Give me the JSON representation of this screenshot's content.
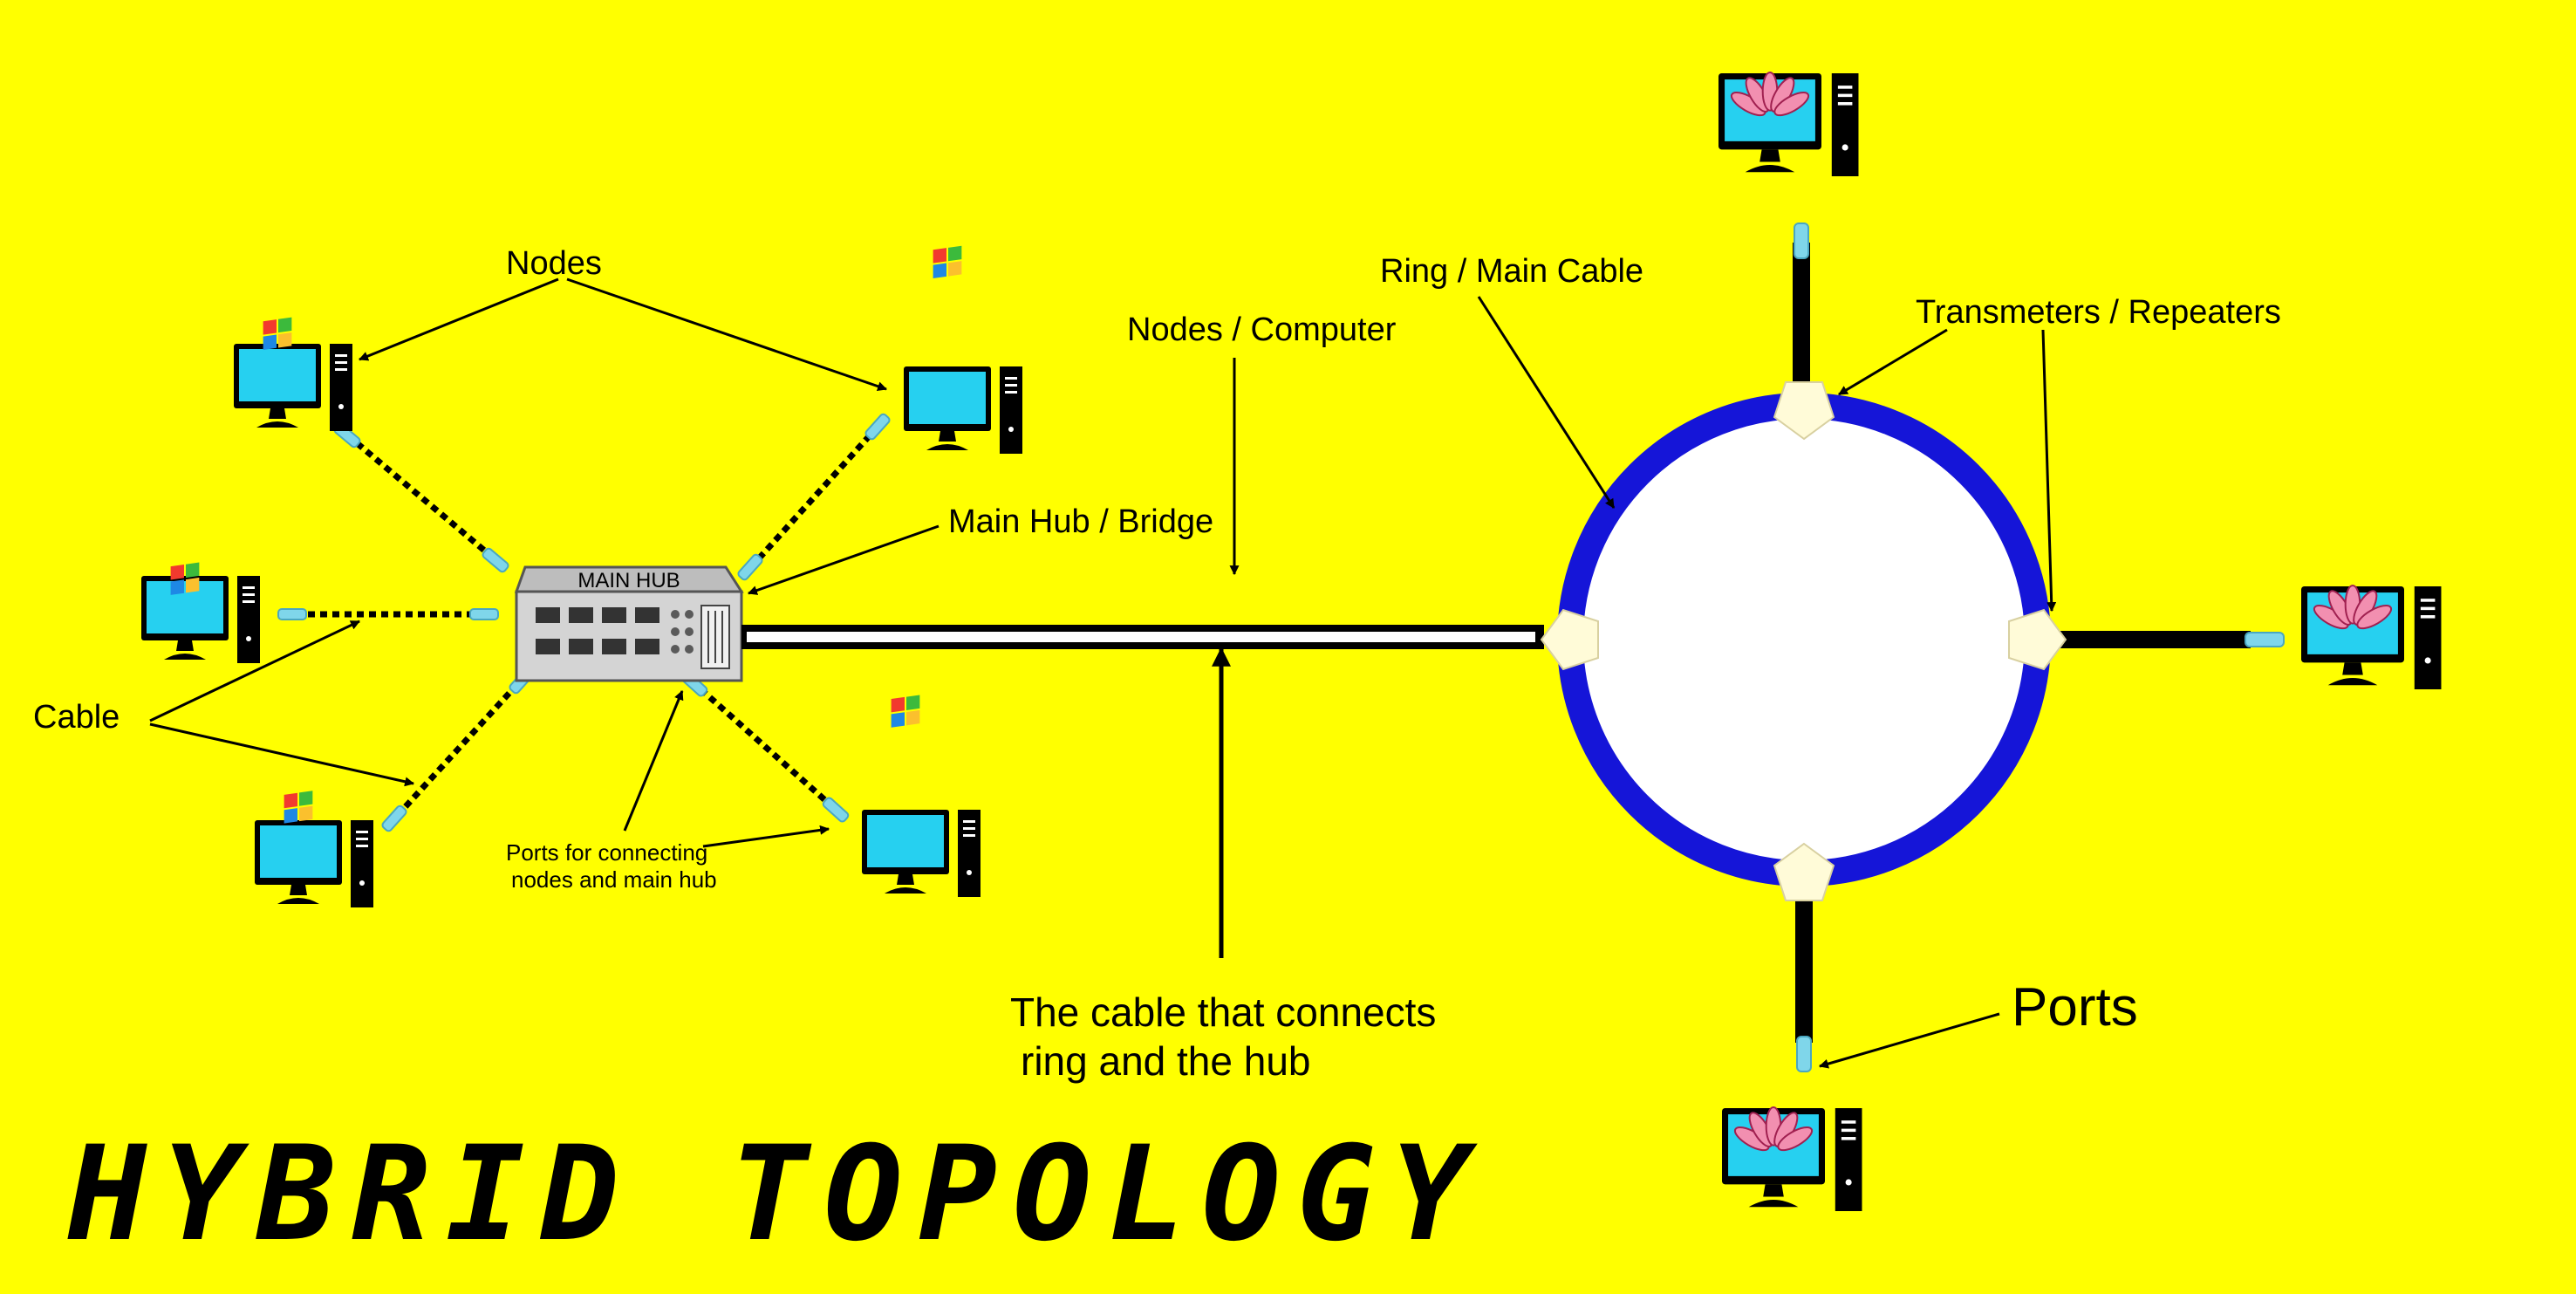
{
  "title": "HYBRID TOPOLOGY",
  "labels": {
    "nodes": "Nodes",
    "cable": "Cable",
    "main_hub_bridge": "Main Hub / Bridge",
    "ports_hub_line1": "Ports for connecting",
    "ports_hub_line2": "nodes and main hub",
    "nodes_computer": "Nodes / Computer",
    "connector_line1": "The cable that connects",
    "connector_line2": "ring and the hub",
    "ring_main_cable": "Ring / Main Cable",
    "transmitters": "Transmeters / Repeaters",
    "ports": "Ports"
  },
  "hub": {
    "label": "MAIN HUB"
  },
  "colors": {
    "background": "#ffff00",
    "ring": "#1515d8",
    "screen": "#26d0f0",
    "repeater": "#fffbd8",
    "connector": "#7fd6ea",
    "hub_body": "#cfcfcf"
  },
  "icons": {
    "star_node_logo": "windows-logo-icon",
    "ring_node_logo": "flower-logo-icon"
  }
}
